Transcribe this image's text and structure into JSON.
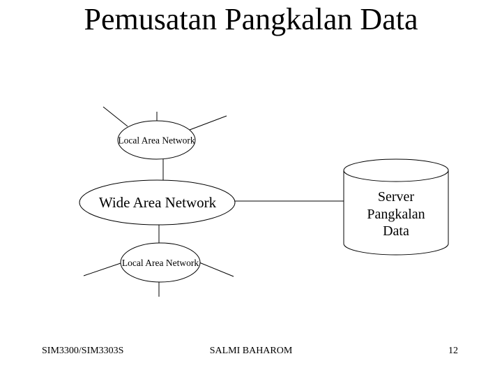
{
  "slide": {
    "title": "Pemusatan Pangkalan Data"
  },
  "diagram": {
    "lan_top": {
      "label": "Local Area Network",
      "shape": "ellipse"
    },
    "wan": {
      "label": "Wide Area Network",
      "shape": "ellipse"
    },
    "server": {
      "shape": "cylinder",
      "lines": [
        "Server",
        "Pangkalan",
        "Data"
      ]
    },
    "lan_bottom": {
      "label": "Local Area Network",
      "shape": "ellipse"
    }
  },
  "colors": {
    "background": "#ffffff",
    "ink": "#000000"
  },
  "footer": {
    "course_code": "SIM3300/SIM3303S",
    "author": "SALMI BAHAROM",
    "page_number": "12"
  }
}
